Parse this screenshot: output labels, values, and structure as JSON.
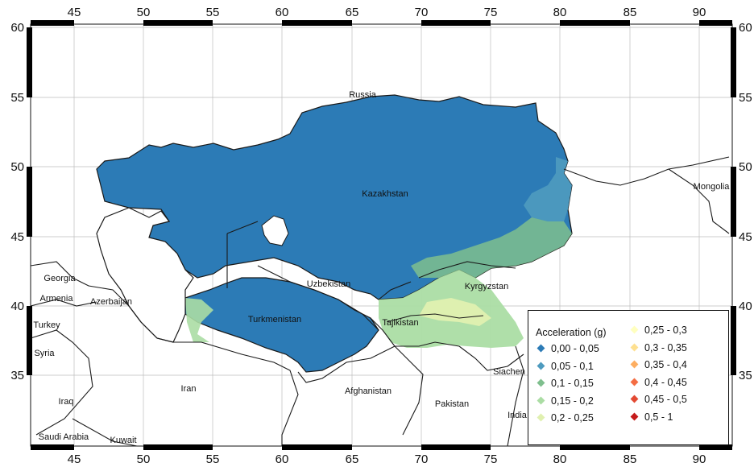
{
  "map": {
    "lon_ticks": [
      "45",
      "50",
      "55",
      "60",
      "65",
      "70",
      "75",
      "80",
      "85",
      "90"
    ],
    "lat_ticks": [
      "60",
      "55",
      "50",
      "45",
      "40",
      "35"
    ],
    "countries": {
      "russia": "Russia",
      "kazakhstan": "Kazakhstan",
      "mongolia": "Mongolia",
      "uzbekistan": "Uzbekistan",
      "kyrgyzstan": "Kyrgyzstan",
      "turkmenistan": "Turkmenistan",
      "tajikistan": "Tajikistan",
      "georgia": "Georgia",
      "armenia": "Armenia",
      "azerbaijan": "Azerbaijan",
      "turkey": "Turkey",
      "syria": "Syria",
      "iran": "Iran",
      "iraq": "Iraq",
      "afghanistan": "Afghanistan",
      "pakistan": "Pakistan",
      "siachen": "Siachen",
      "india": "India",
      "saudi_arabia": "Saudi Arabia",
      "kuwait": "Kuwait"
    }
  },
  "legend": {
    "title": "Acceleration (g)",
    "items": [
      {
        "label": "0,00 - 0,05",
        "color": "#2c7bb6"
      },
      {
        "label": "0,05 - 0,1",
        "color": "#4f9bbf"
      },
      {
        "label": "0,1 - 0,15",
        "color": "#7fbf8e"
      },
      {
        "label": "0,15 - 0,2",
        "color": "#abdda4"
      },
      {
        "label": "0,2 - 0,25",
        "color": "#e0f0b0"
      },
      {
        "label": "0,25 - 0,3",
        "color": "#ffffbf"
      },
      {
        "label": "0,3 - 0,35",
        "color": "#fee090"
      },
      {
        "label": "0,35 - 0,4",
        "color": "#fdae61"
      },
      {
        "label": "0,4 - 0,45",
        "color": "#f46d43"
      },
      {
        "label": "0,45 - 0,5",
        "color": "#e34a33"
      },
      {
        "label": "0,5 - 1",
        "color": "#c51b1b"
      }
    ]
  }
}
